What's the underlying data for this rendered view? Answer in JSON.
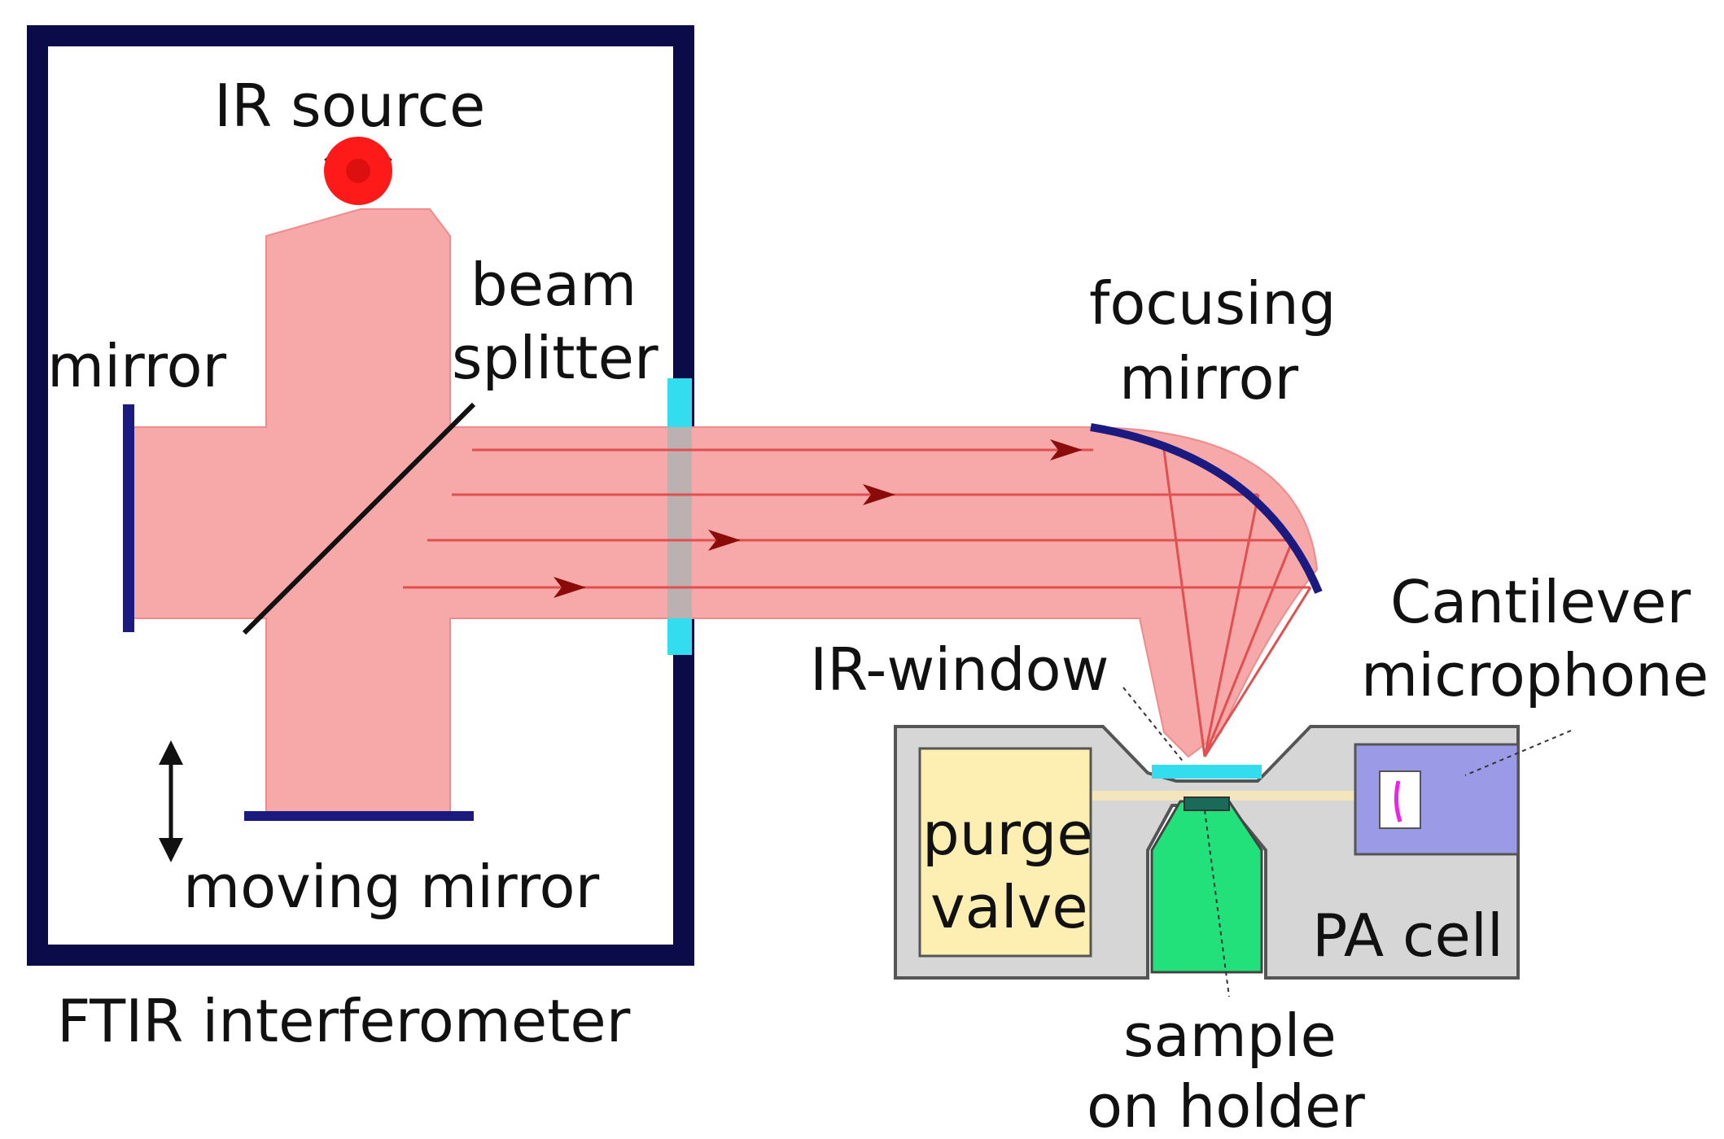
{
  "labels": {
    "ir_source": "IR source",
    "beam_splitter_line1": "beam",
    "beam_splitter_line2": "splitter",
    "mirror": "mirror",
    "moving_mirror": "moving mirror",
    "ftir_interferometer": "FTIR interferometer",
    "focusing_mirror_line1": "focusing",
    "focusing_mirror_line2": "mirror",
    "ir_window": "IR-window",
    "cantilever_line1": "Cantilever",
    "cantilever_line2": "microphone",
    "purge_line1": "purge",
    "purge_line2": "valve",
    "pa_cell": "PA cell",
    "sample_line1": "sample",
    "sample_line2": "on holder"
  },
  "colors": {
    "frame": "#0b0b4a",
    "beam": "#f7a8a8",
    "beam_edge": "#ee8c8c",
    "ray": "#d02020",
    "arrow": "#8b0a0a",
    "ir_source": "#ff1a1a",
    "window": "#33ddee",
    "mirror": "#1a1a80",
    "cell": "#d6d6d6",
    "cell_edge": "#555555",
    "purge": "#fdeeb2",
    "sample_holder": "#22e07a",
    "microphone_box": "#9a9ae6",
    "cantilever": "#ee22ee",
    "gas_channel": "#f3e6bd"
  }
}
